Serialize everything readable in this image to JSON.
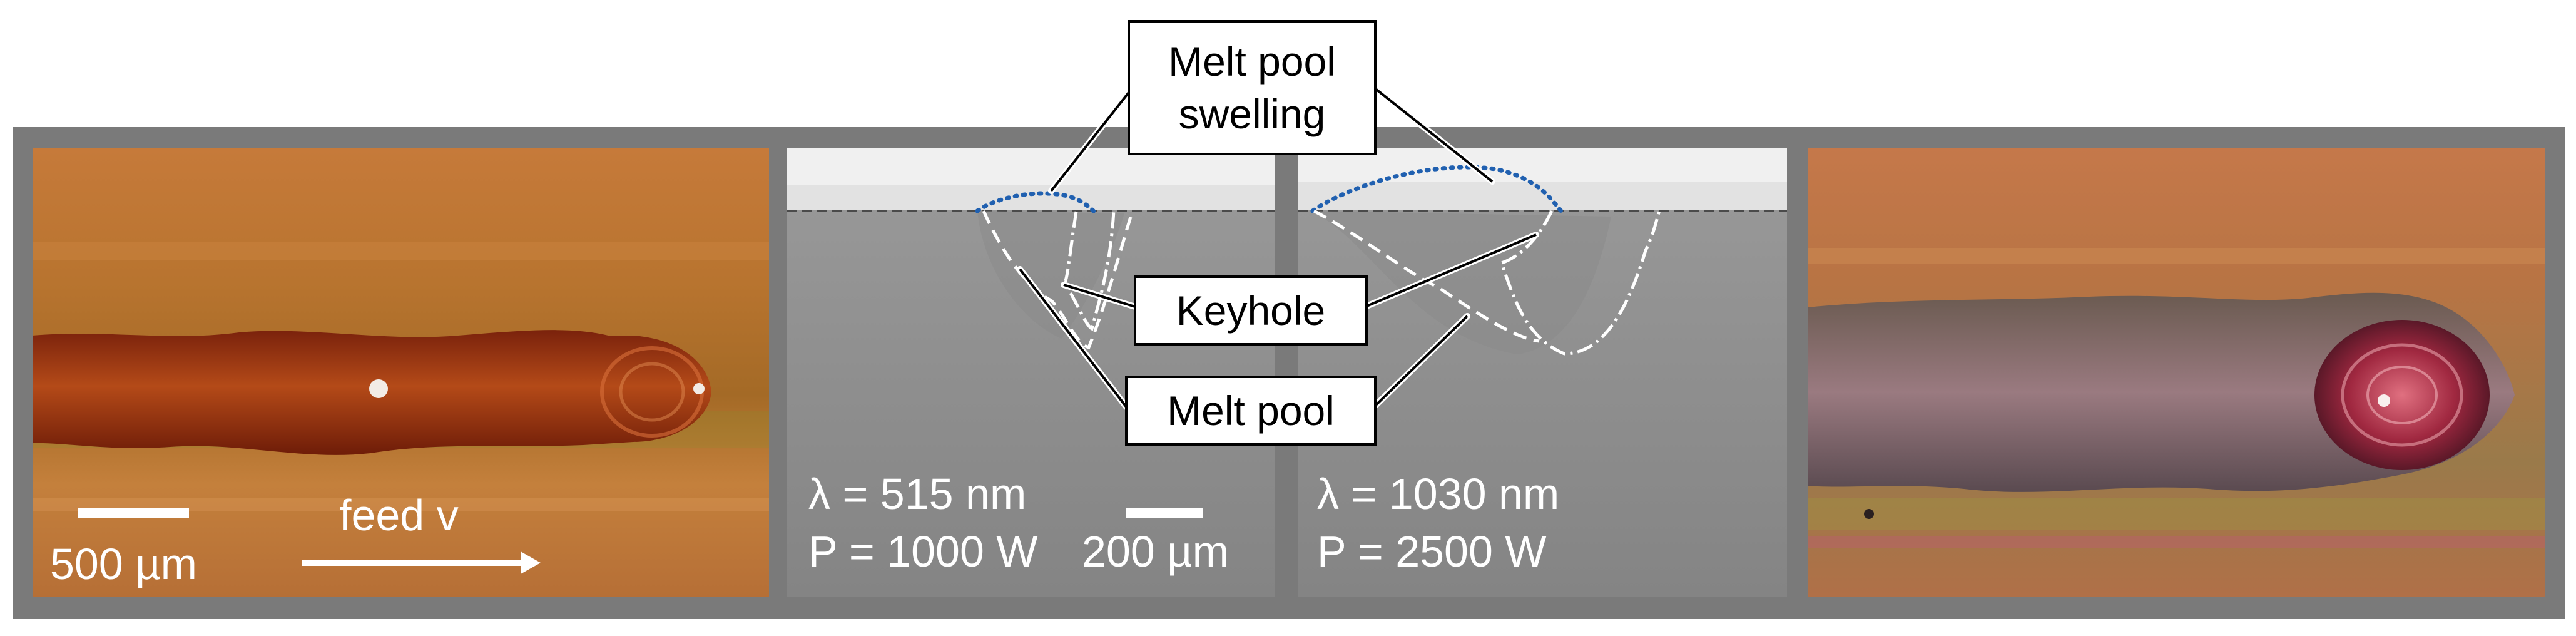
{
  "callouts": {
    "swelling": "Melt pool swelling",
    "keyhole": "Keyhole",
    "melt_pool": "Melt pool"
  },
  "panel_left": {
    "scale_label": "500 µm",
    "feed_label": "feed v"
  },
  "panel_green": {
    "wavelength": "λ = 515 nm",
    "power": "P = 1000 W",
    "scale_label": "200 µm"
  },
  "panel_ir": {
    "wavelength": "λ = 1030 nm",
    "power": "P = 2500 W"
  },
  "colors": {
    "frame": "#7a7a7a",
    "copper": "#b56a2e",
    "weld_bead_left": "#8a2a10",
    "weld_bead_right": "#8a5a6a",
    "xray_background": "#8e8e8e",
    "swelling_line": "#1f5fa8"
  }
}
